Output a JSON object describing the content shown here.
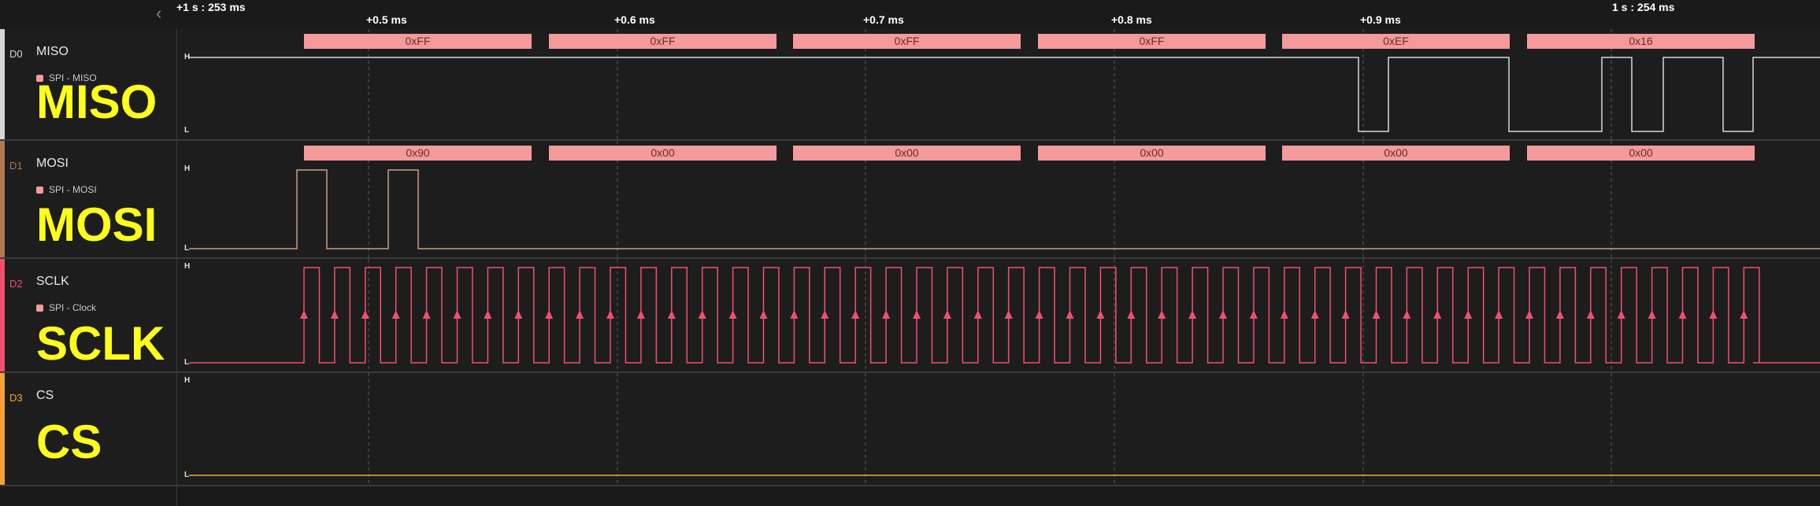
{
  "timeline": {
    "abs_start": "+1 s : 253 ms",
    "abs_end": "1 s : 254 ms",
    "ticks": [
      "+0.5 ms",
      "+0.6 ms",
      "+0.7 ms",
      "+0.8 ms",
      "+0.9 ms"
    ]
  },
  "level_labels": {
    "high": "H",
    "low": "L"
  },
  "channels": [
    {
      "index": "D0",
      "name": "MISO",
      "analyzer": "SPI - MISO",
      "big_label": "MISO",
      "color": "#d6d6d6",
      "decoded": [
        "0xFF",
        "0xFF",
        "0xFF",
        "0xFF",
        "0xEF",
        "0x16"
      ]
    },
    {
      "index": "D1",
      "name": "MOSI",
      "analyzer": "SPI - MOSI",
      "big_label": "MOSI",
      "color": "#b07a52",
      "decoded": [
        "0x90",
        "0x00",
        "0x00",
        "0x00",
        "0x00",
        "0x00"
      ]
    },
    {
      "index": "D2",
      "name": "SCLK",
      "analyzer": "SPI - Clock",
      "big_label": "SCLK",
      "color": "#f0506e",
      "decoded": []
    },
    {
      "index": "D3",
      "name": "CS",
      "analyzer": "",
      "big_label": "CS",
      "color": "#f5a23c",
      "decoded": []
    }
  ],
  "colors": {
    "decode_bg": "#f59a9a",
    "decode_text": "#6a2a2a",
    "grid": "#5a5a5a",
    "big_label": "#ffff1a",
    "miso_wave": "#d8d8d8",
    "mosi_wave": "#c8a080",
    "sclk_wave": "#f0506e",
    "cs_wave": "#f5a23c"
  },
  "icons": {
    "collapse": "chevron-left-icon"
  }
}
